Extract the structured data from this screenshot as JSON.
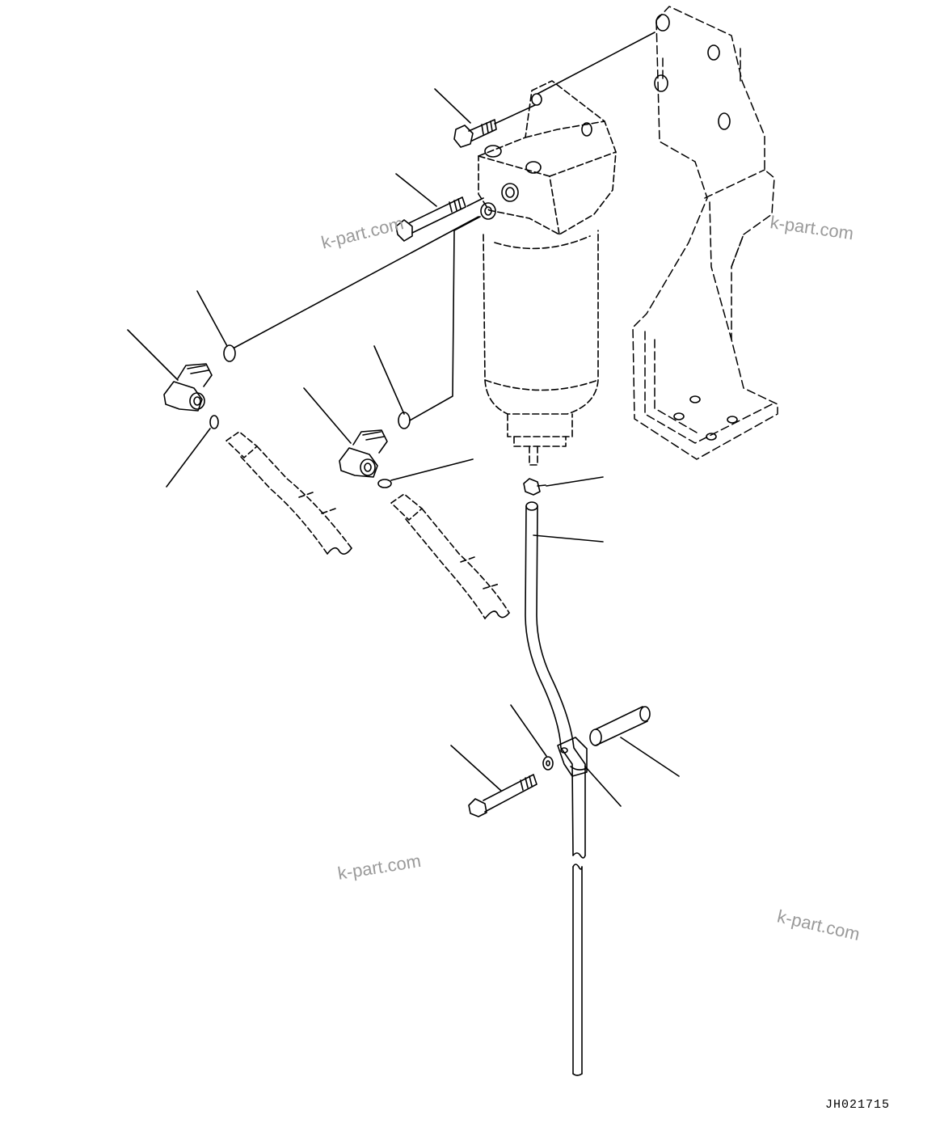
{
  "watermarks": [
    "k-part.com",
    "k-part.com",
    "k-part.com",
    "k-part.com"
  ],
  "drawing_code": "JH021715",
  "line_color": "#000000",
  "watermark_color": "#9a9a9a"
}
